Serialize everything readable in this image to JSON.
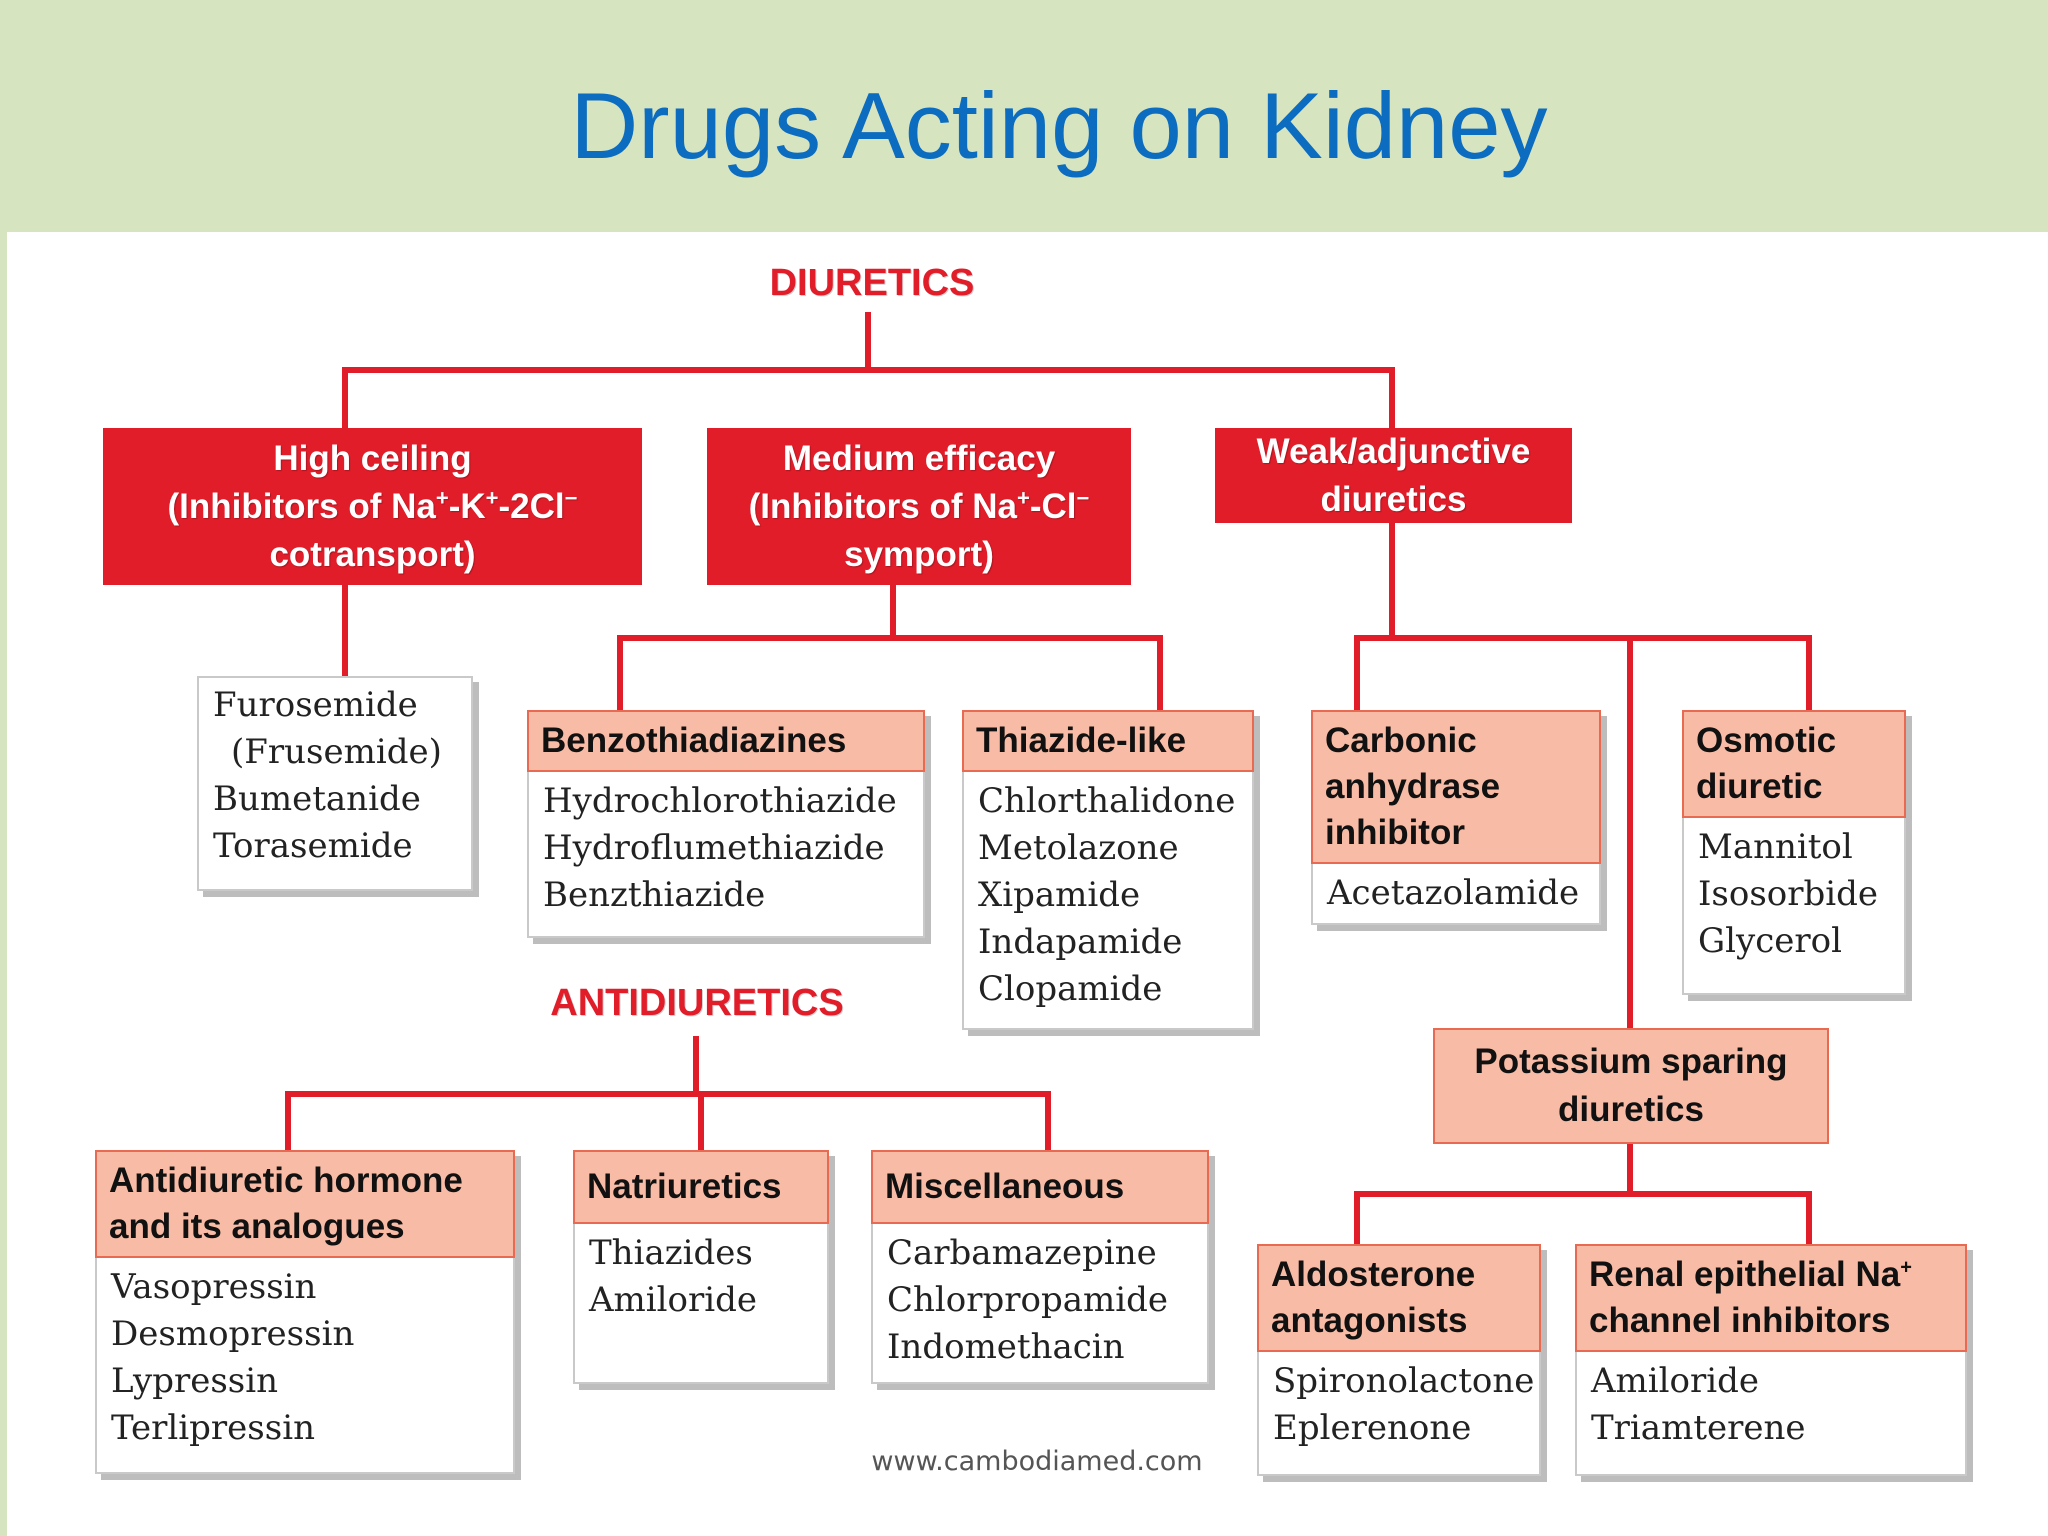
{
  "title": "Drugs Acting on Kidney",
  "diuretics": {
    "label": "DIURETICS",
    "high_ceiling": {
      "line1": "High ceiling",
      "line2_a": "(Inhibitors of Na",
      "line2_b": "-K",
      "line2_c": "-2Cl",
      "line3": "cotransport)",
      "sup_plus": "+",
      "sup_minus": "−",
      "drugs": [
        "Furosemide",
        "(Frusemide)",
        "Bumetanide",
        "Torasemide"
      ]
    },
    "medium_efficacy": {
      "line1": "Medium efficacy",
      "line2_a": "(Inhibitors of Na",
      "line2_b": "-Cl",
      "line3": "symport)",
      "sup_plus": "+",
      "sup_minus": "−",
      "benzothiadiazines": {
        "label": "Benzothiadiazines",
        "drugs": [
          "Hydrochlorothiazide",
          "Hydroflumethiazide",
          "Benzthiazide"
        ]
      },
      "thiazide_like": {
        "label": "Thiazide-like",
        "drugs": [
          "Chlorthalidone",
          "Metolazone",
          "Xipamide",
          "Indapamide",
          "Clopamide"
        ]
      }
    },
    "weak": {
      "line1": "Weak/adjunctive",
      "line2": "diuretics",
      "carbonic": {
        "label": [
          "Carbonic",
          "anhydrase",
          "inhibitor"
        ],
        "drugs": [
          "Acetazolamide"
        ]
      },
      "osmotic": {
        "label": [
          "Osmotic",
          "diuretic"
        ],
        "drugs": [
          "Mannitol",
          "Isosorbide",
          "Glycerol"
        ]
      },
      "potassium_sparing": {
        "label": [
          "Potassium sparing",
          "diuretics"
        ],
        "aldosterone": {
          "label": [
            "Aldosterone",
            "antagonists"
          ],
          "drugs": [
            "Spironolactone",
            "Eplerenone"
          ]
        },
        "renal": {
          "label_a": "Renal epithelial Na",
          "label_b": "channel inhibitors",
          "sup_plus": "+",
          "drugs": [
            "Amiloride",
            "Triamterene"
          ]
        }
      }
    }
  },
  "antidiuretics": {
    "label": "ANTIDIURETICS",
    "adh": {
      "label": [
        "Antidiuretic hormone",
        "and its analogues"
      ],
      "drugs": [
        "Vasopressin",
        "Desmopressin",
        "Lypressin",
        "Terlipressin"
      ]
    },
    "natriuretics": {
      "label": "Natriuretics",
      "drugs": [
        "Thiazides",
        "Amiloride"
      ]
    },
    "misc": {
      "label": "Miscellaneous",
      "drugs": [
        "Carbamazepine",
        "Chlorpropamide",
        "Indomethacin"
      ]
    }
  },
  "watermark": "www.cambodiamed.com",
  "colors": {
    "title": "#0b6cc0",
    "red": "#e11d2a",
    "peach": "#f8bca6",
    "header_band": "#d7e4c0"
  }
}
